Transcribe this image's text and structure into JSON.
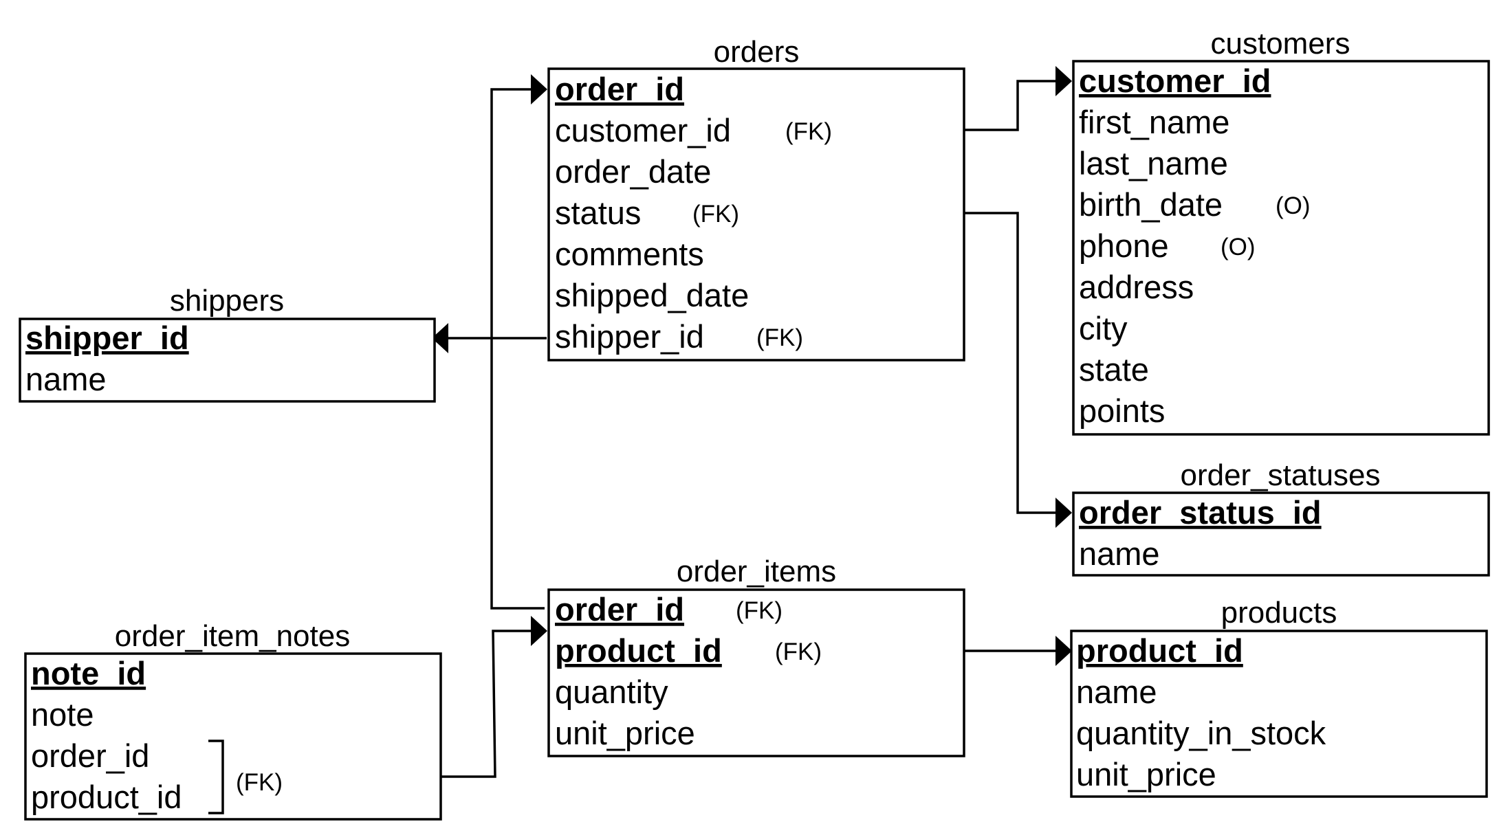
{
  "tables": {
    "orders": {
      "title": "orders",
      "fields": {
        "order_id": "order_id",
        "customer_id": "customer_id",
        "order_date": "order_date",
        "status": "status",
        "comments": "comments",
        "shipped_date": "shipped_date",
        "shipper_id": "shipper_id"
      },
      "notes": {
        "customer_id": "(FK)",
        "status": "(FK)",
        "shipper_id": "(FK)"
      }
    },
    "customers": {
      "title": "customers",
      "fields": {
        "customer_id": "customer_id",
        "first_name": "first_name",
        "last_name": "last_name",
        "birth_date": "birth_date",
        "phone": "phone",
        "address": "address",
        "city": "city",
        "state": "state",
        "points": "points"
      },
      "notes": {
        "birth_date": "(O)",
        "phone": "(O)"
      }
    },
    "shippers": {
      "title": "shippers",
      "fields": {
        "shipper_id": "shipper_id",
        "name": "name"
      }
    },
    "order_statuses": {
      "title": "order_statuses",
      "fields": {
        "order_status_id": "order_status_id",
        "name": "name"
      }
    },
    "order_items": {
      "title": "order_items",
      "fields": {
        "order_id": "order_id",
        "product_id": "product_id",
        "quantity": "quantity",
        "unit_price": "unit_price"
      },
      "notes": {
        "order_id": "(FK)",
        "product_id": "(FK)"
      }
    },
    "products": {
      "title": "products",
      "fields": {
        "product_id": "product_id",
        "name": "name",
        "quantity_in_stock": "quantity_in_stock",
        "unit_price": "unit_price"
      }
    },
    "order_item_notes": {
      "title": "order_item_notes",
      "fields": {
        "note_id": "note_id",
        "note": "note",
        "order_id": "order_id",
        "product_id": "product_id"
      },
      "notes": {
        "composite": "(FK)"
      }
    }
  }
}
